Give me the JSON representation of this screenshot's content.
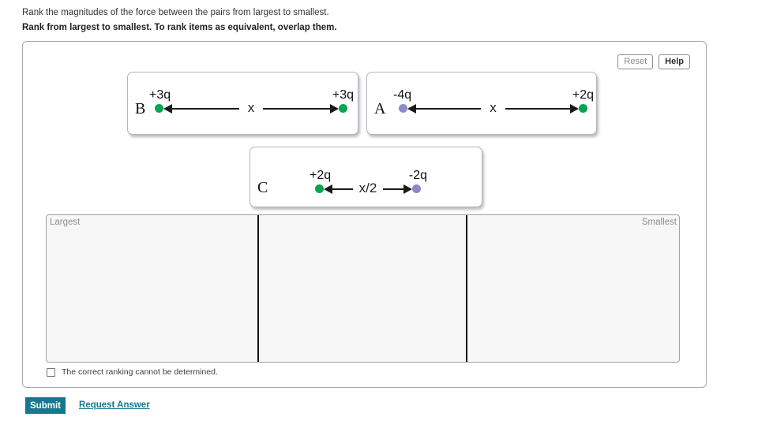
{
  "header": {
    "problem_statement": "Rank the magnitudes of the force between the pairs from largest to smallest.",
    "instruction": "Rank from largest to smallest. To rank items as equivalent, overlap them."
  },
  "toolbar": {
    "reset": "Reset",
    "help": "Help"
  },
  "cards": [
    {
      "letter": "B",
      "left_charge": "+3q",
      "right_charge": "+3q",
      "separation": "x",
      "left_color": "#00a651",
      "right_color": "#00a651"
    },
    {
      "letter": "A",
      "left_charge": "-4q",
      "right_charge": "+2q",
      "separation": "x",
      "left_color": "#8c89ca",
      "right_color": "#00a651"
    },
    {
      "letter": "C",
      "left_charge": "+2q",
      "right_charge": "-2q",
      "separation": "x/2",
      "left_color": "#00a651",
      "right_color": "#8c89ca"
    }
  ],
  "ranking": {
    "largest": "Largest",
    "smallest": "Smallest",
    "slot_count": 3
  },
  "options": {
    "cannot_determine": "The correct ranking cannot be determined.",
    "checked": false
  },
  "actions": {
    "submit": "Submit",
    "request_answer": "Request Answer"
  },
  "colors": {
    "accent": "#16788e",
    "positive_charge": "#00a651",
    "negative_charge": "#8c89ca",
    "arrow": "#1a1a1a"
  }
}
